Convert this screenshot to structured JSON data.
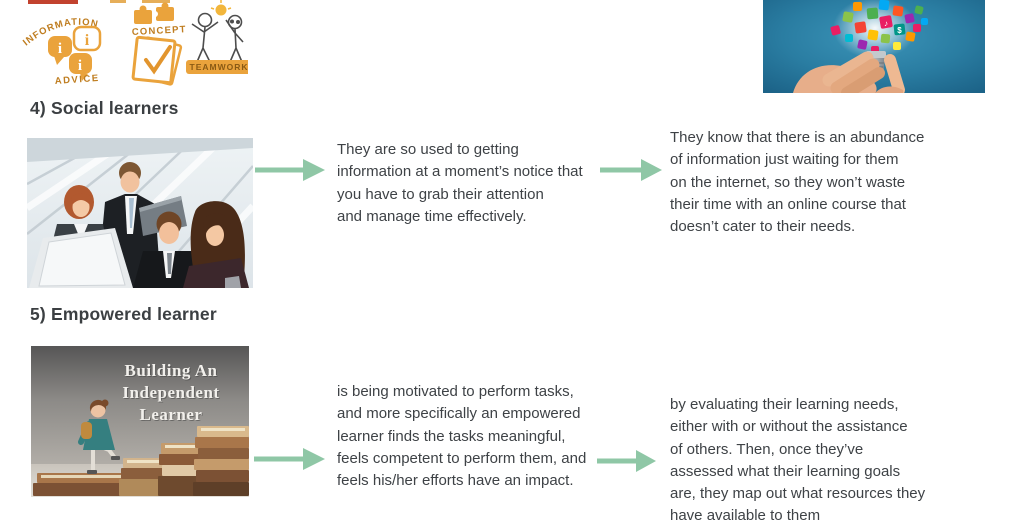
{
  "colors": {
    "arrow": "#8fc7a6",
    "heading_text": "#3b3f42",
    "body_text": "#3e4246"
  },
  "document": {
    "sections": [
      {
        "heading": "4) Social learners",
        "left_text": "They are so used to getting\ninformation at a moment’s notice that\nyou have to grab their attention\nand manage time effectively.",
        "right_text": "They know that there is an abundance\nof information just waiting for them\non the internet, so they won’t waste\ntheir time with an online course that\ndoesn’t cater to their needs."
      },
      {
        "heading": "5) Empowered learner",
        "left_text": "is being motivated to perform tasks,\nand more specifically an empowered\nlearner finds the tasks meaningful,\nfeels competent to perform them, and\nfeels his/her efforts have an impact.",
        "right_text": "by evaluating their learning needs,\neither with or without the assistance\nof others. Then, once they’ve\nassessed what their learning goals\nare, they map out what resources they\nhave available to them"
      }
    ]
  },
  "images": {
    "concept_sketch": {
      "labels": {
        "information": "INFORMATION",
        "concept": "CONCEPT",
        "advice": "ADVICE",
        "teamwork": "TEAMWORK"
      }
    },
    "book_stairs": {
      "title_line1": "Building An",
      "title_line2": "Independent",
      "title_line3": "Learner"
    },
    "lightbulb_icons": {
      "dollar_glyph": "$",
      "music_glyph": "♪"
    }
  }
}
